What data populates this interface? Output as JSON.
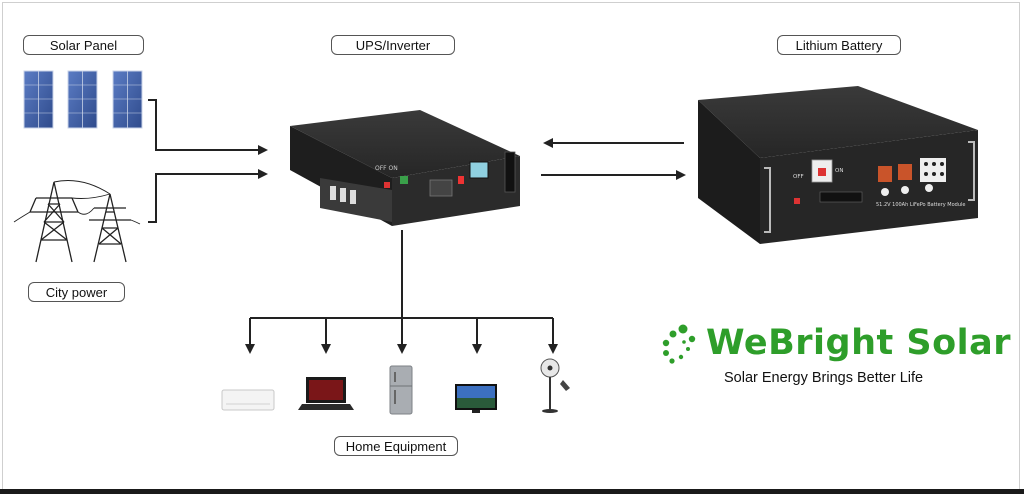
{
  "labels": {
    "solar_panel": "Solar Panel",
    "ups_inverter": "UPS/Inverter",
    "lithium_battery": "Lithium Battery",
    "city_power": "City power",
    "home_equipment": "Home Equipment"
  },
  "brand": {
    "name": "WeBright Solar",
    "tagline": "Solar Energy Brings Better Life",
    "color": "#2e9e2a"
  },
  "inverter_panel": {
    "text": "OFF ON"
  },
  "battery_panel": {
    "off_label": "OFF",
    "on_label": "ON",
    "module_label": "51.2V 100Ah LiFePo Battery Module"
  },
  "home_equipment_items": [
    {
      "icon": "air-conditioner-icon"
    },
    {
      "icon": "laptop-icon"
    },
    {
      "icon": "refrigerator-icon"
    },
    {
      "icon": "television-icon"
    },
    {
      "icon": "electric-fan-icon"
    }
  ],
  "colors": {
    "arrow": "#222222",
    "device_body": "#2a2a2a",
    "panel_blue": "#3f5fa8"
  }
}
